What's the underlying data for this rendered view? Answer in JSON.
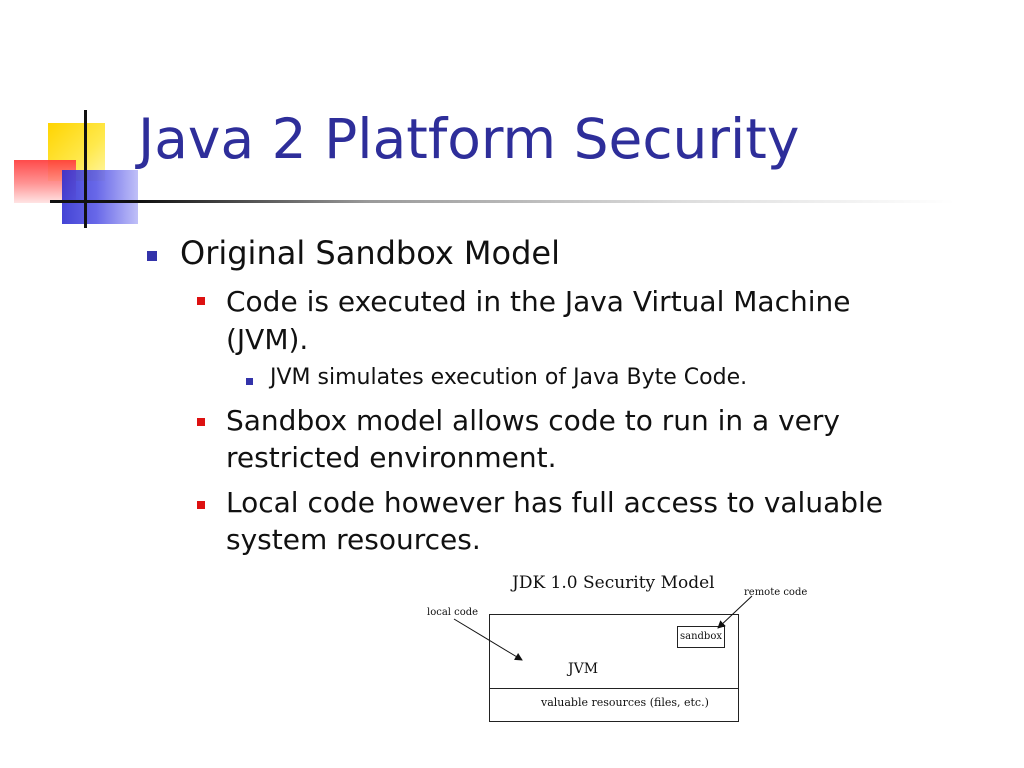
{
  "slide": {
    "title": "Java 2 Platform Security",
    "bullets": {
      "l1": "Original Sandbox Model",
      "l2a_line1": "Code is executed in the Java Virtual Machine",
      "l2a_line2": "(JVM).",
      "l3": "JVM simulates execution of Java Byte Code.",
      "l2b_line1": "Sandbox model allows code to run in a very",
      "l2b_line2": "restricted environment.",
      "l2c_line1": "Local code however has full access to valuable",
      "l2c_line2": "system resources."
    },
    "diagram": {
      "title": "JDK 1.0 Security Model",
      "local_code": "local code",
      "remote_code": "remote code",
      "sandbox": "sandbox",
      "jvm": "JVM",
      "resources": "valuable resources (files, etc.)"
    },
    "colors": {
      "title": "#2e2e9a",
      "bullet_l1": "#3333aa",
      "bullet_l2": "#dd1111"
    }
  }
}
